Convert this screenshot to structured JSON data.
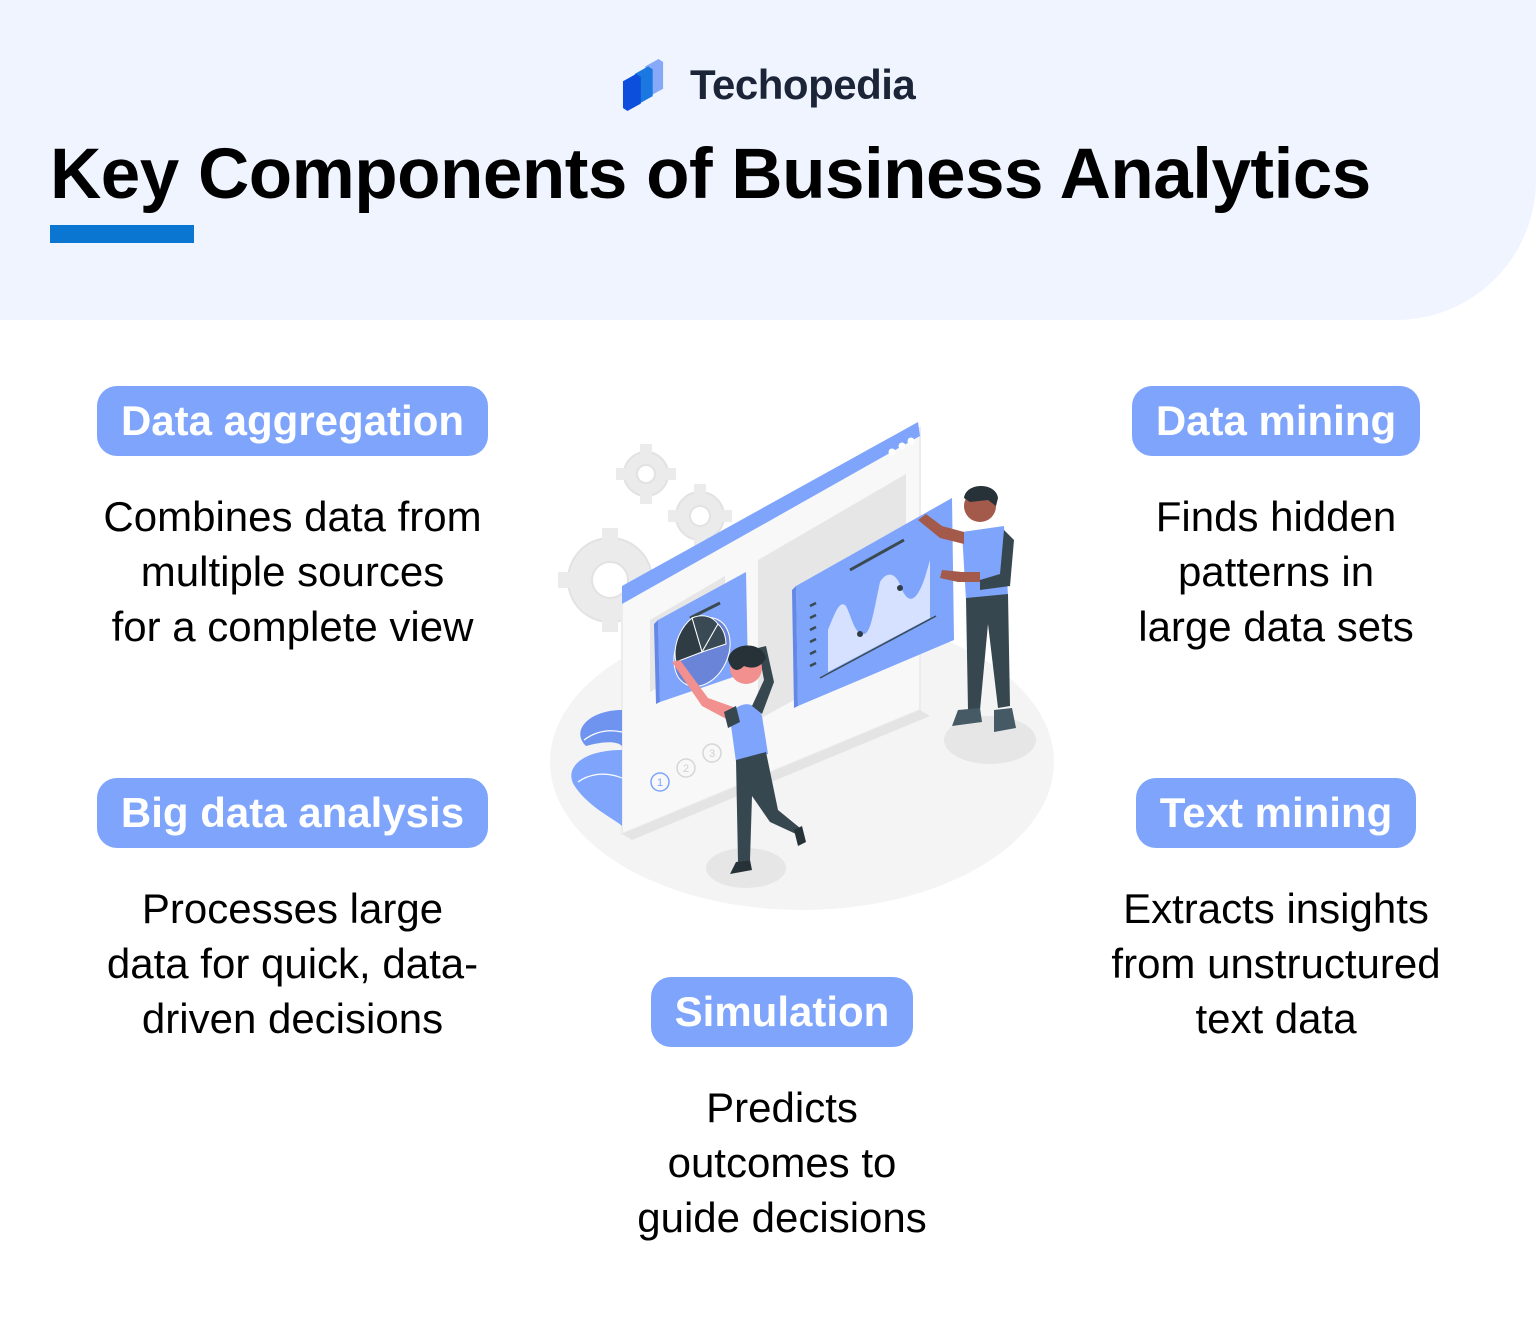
{
  "brand": {
    "name": "Techopedia",
    "logo_icon": "stacked-panels-logo-icon",
    "colors": {
      "logo_dark_blue": "#0b4fdc",
      "logo_mid_blue": "#1a78e0",
      "logo_light_blue": "#86a9f8",
      "logo_text": "#1c2438"
    }
  },
  "header": {
    "title": "Key Components of Business Analytics",
    "background": "#eff4ff",
    "underline_color": "#0a76d1"
  },
  "theme": {
    "pill_color": "#7ea4fc",
    "pill_text_color": "#ffffff",
    "body_text_color": "#000000"
  },
  "components": [
    {
      "label": "Data aggregation",
      "description": "Combines data from\nmultiple sources\nfor a complete view"
    },
    {
      "label": "Data mining",
      "description": "Finds hidden\npatterns in\nlarge data sets"
    },
    {
      "label": "Big data analysis",
      "description": "Processes large\ndata for quick, data-\ndriven decisions"
    },
    {
      "label": "Text mining",
      "description": "Extracts insights\nfrom unstructured\ntext data"
    },
    {
      "label": "Simulation",
      "description": "Predicts\noutcomes to\nguide decisions"
    }
  ],
  "illustration": {
    "description": "Two people arranging chart panels (pie chart and area chart) on a large browser-window dashboard with gears and a plant",
    "step_markers": [
      "1",
      "2",
      "3"
    ]
  }
}
